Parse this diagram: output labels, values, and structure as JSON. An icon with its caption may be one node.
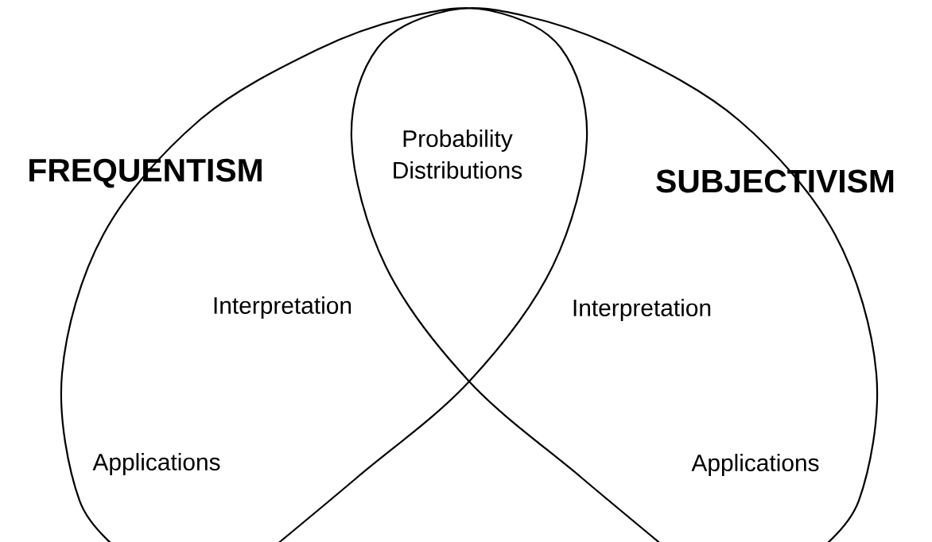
{
  "diagram": {
    "labels": [
      "Probability Distributions",
      "FREQUENTISM",
      "SUBJECTIVISM",
      "Interpretation",
      "Interpretation",
      "Applications",
      "Applications"
    ]
  }
}
